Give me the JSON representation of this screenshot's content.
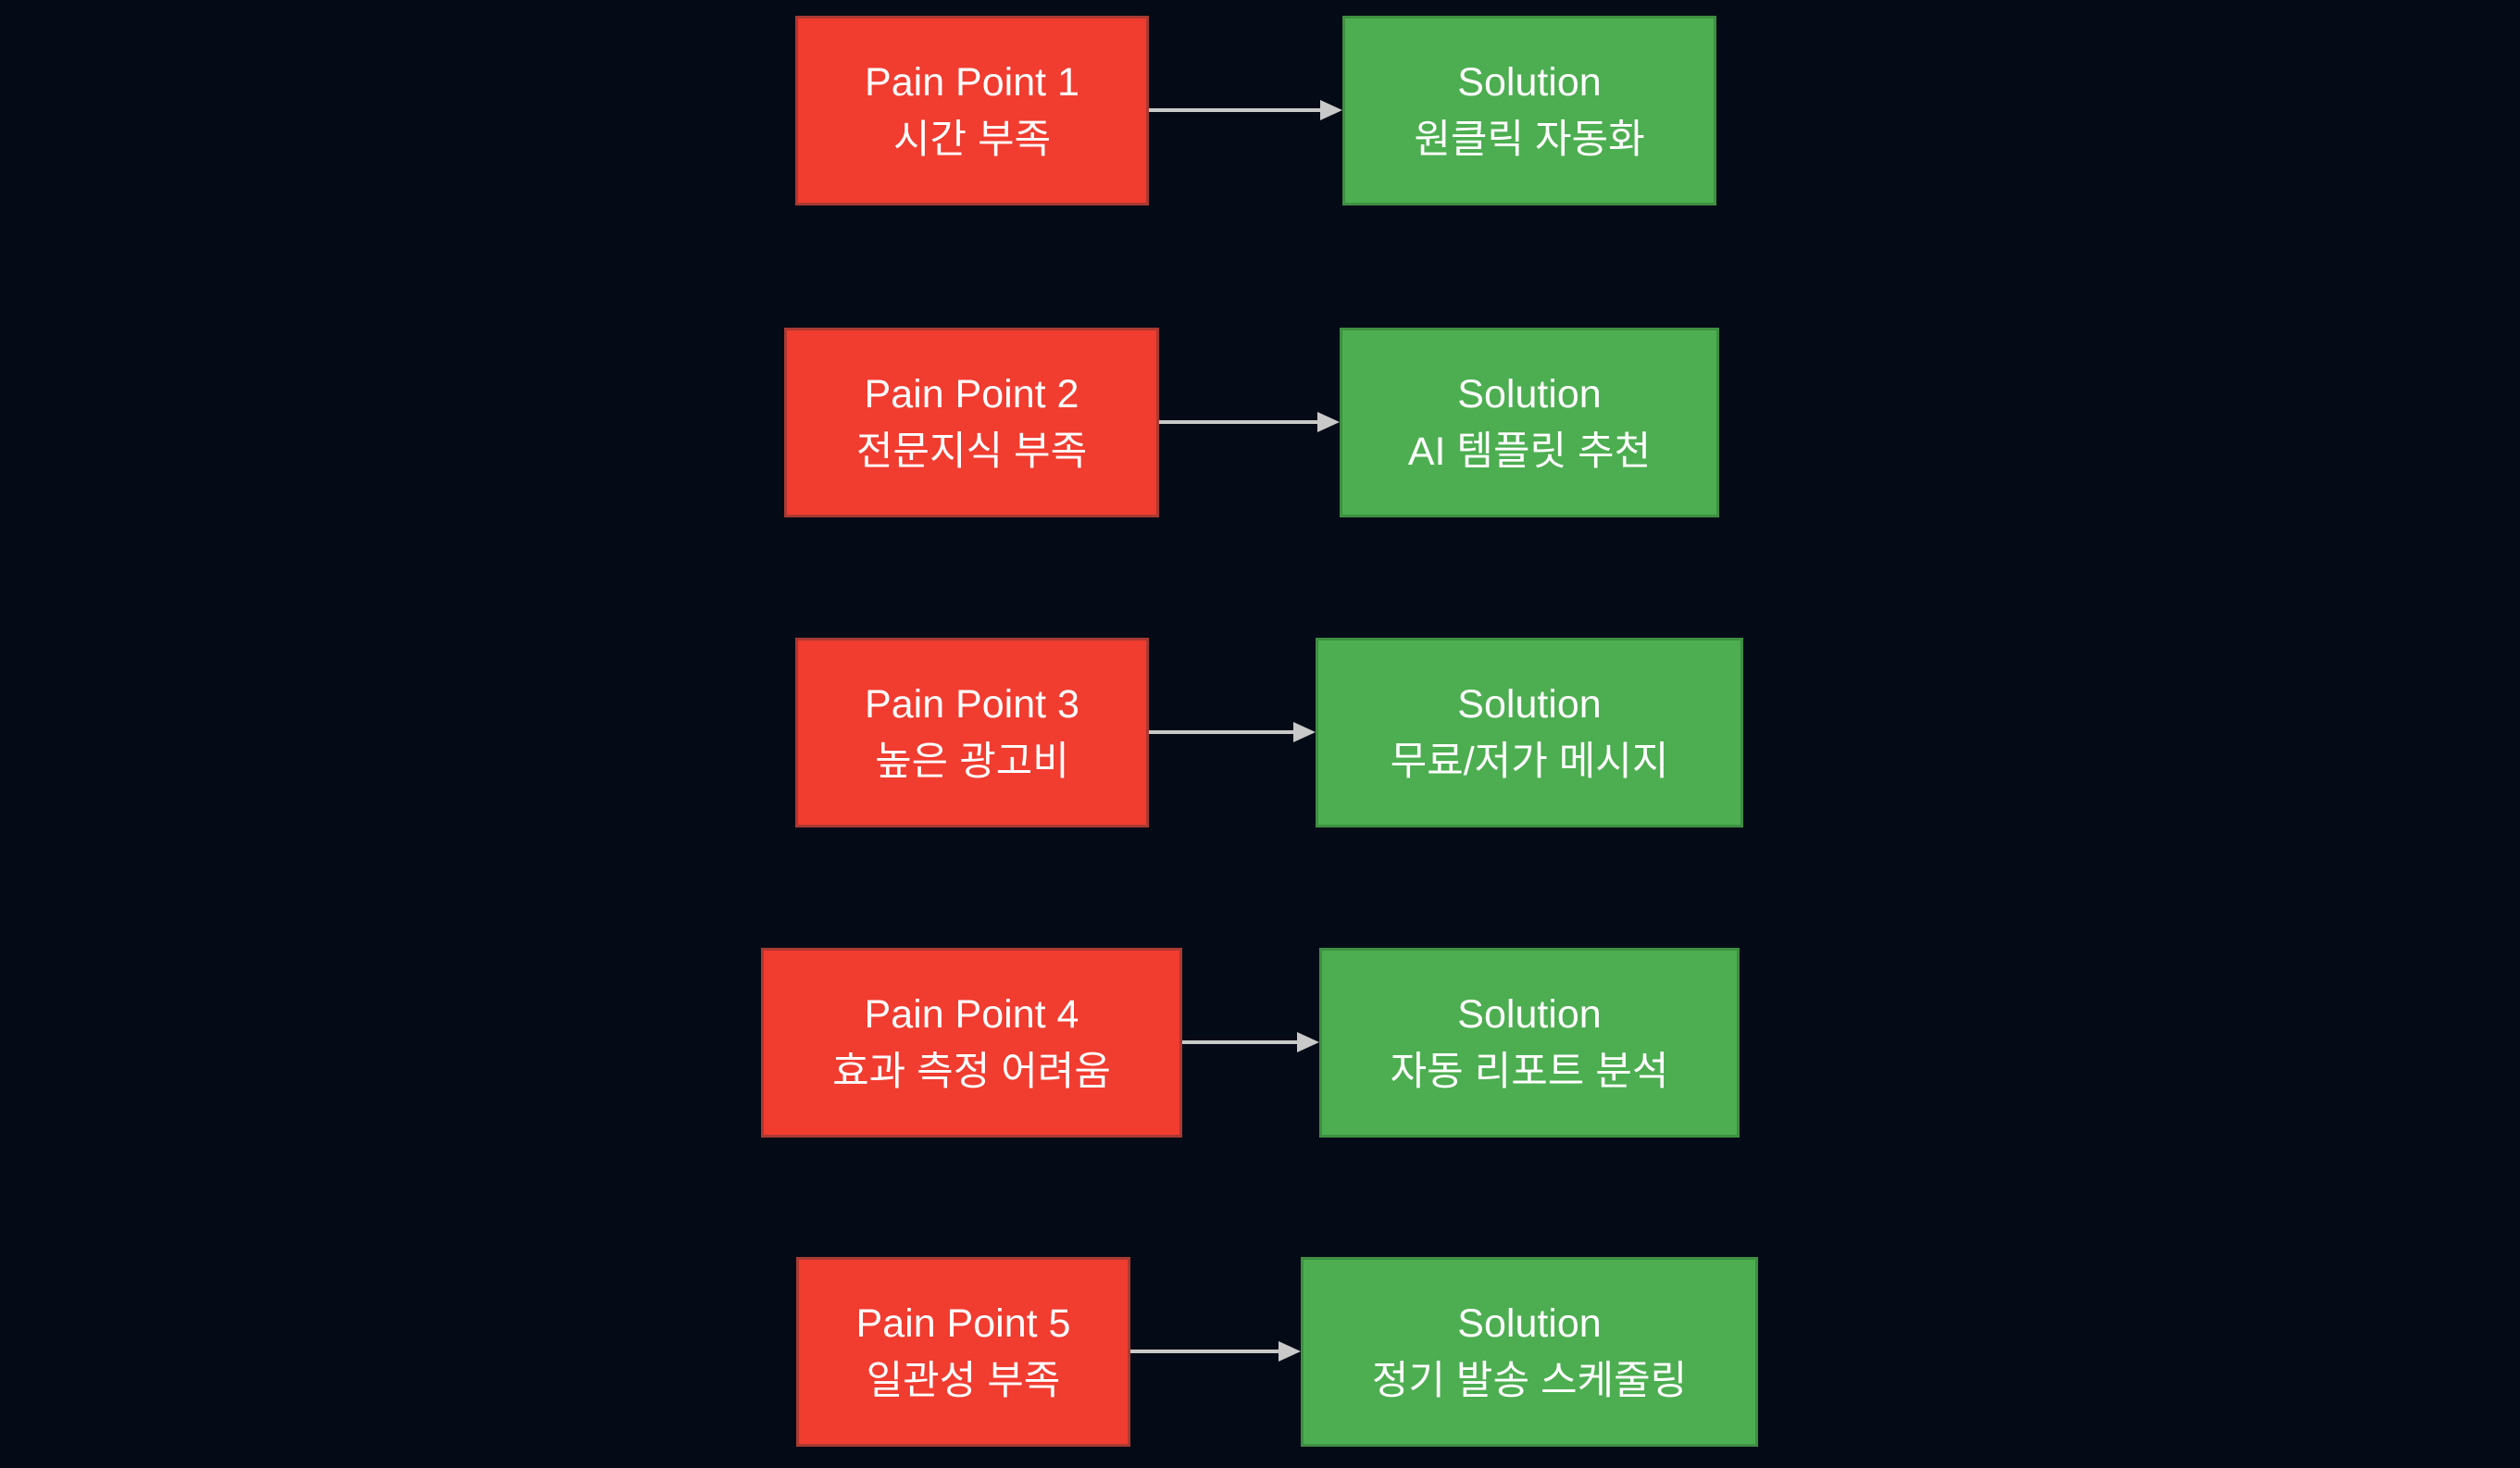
{
  "colors": {
    "background": "#050B16",
    "pain_fill": "#F13C30",
    "pain_border": "#A93A32",
    "solution_fill": "#4CAE50",
    "solution_border": "#3E8F42",
    "arrow": "#C9C9C9",
    "text": "#FFFFFF"
  },
  "diagram": {
    "type": "flowchart",
    "rows": [
      {
        "pain": {
          "title": "Pain Point 1",
          "subtitle": "시간 부족"
        },
        "solution": {
          "title": "Solution",
          "subtitle": "원클릭 자동화"
        }
      },
      {
        "pain": {
          "title": "Pain Point 2",
          "subtitle": "전문지식 부족"
        },
        "solution": {
          "title": "Solution",
          "subtitle": "AI 템플릿 추천"
        }
      },
      {
        "pain": {
          "title": "Pain Point 3",
          "subtitle": "높은 광고비"
        },
        "solution": {
          "title": "Solution",
          "subtitle": "무료/저가 메시지"
        }
      },
      {
        "pain": {
          "title": "Pain Point 4",
          "subtitle": "효과 측정 어려움"
        },
        "solution": {
          "title": "Solution",
          "subtitle": "자동 리포트 분석"
        }
      },
      {
        "pain": {
          "title": "Pain Point 5",
          "subtitle": "일관성 부족"
        },
        "solution": {
          "title": "Solution",
          "subtitle": "정기 발송 스케줄링"
        }
      }
    ]
  }
}
